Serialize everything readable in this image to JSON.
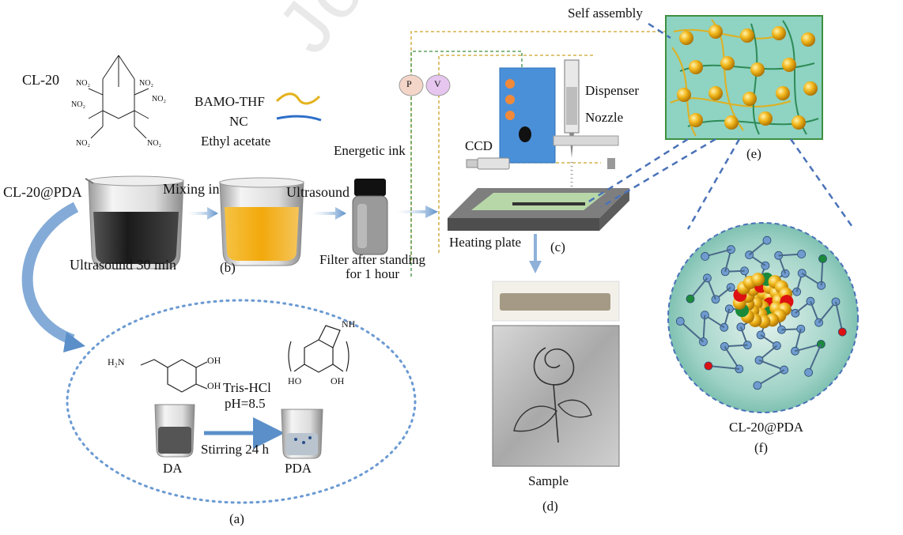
{
  "watermark": "Journal Pre-proof",
  "labels": {
    "cl20": "CL-20",
    "no2": "NO₂",
    "bamo_thf": "BAMO-THF",
    "nc": "NC",
    "ethyl_acetate": "Ethyl acetate",
    "energetic_ink": "Energetic ink",
    "cl20_pda_left": "CL-20@PDA",
    "mixing_in": "Mixing in",
    "ultrasound": "Ultrasound",
    "ultrasound_30": "Ultrasound 30 min",
    "panel_b": "(b)",
    "filter_line1": "Filter after standing",
    "filter_line2": "for 1 hour",
    "p": "P",
    "v": "V",
    "dispenser": "Dispenser",
    "nozzle": "Nozzle",
    "ccd": "CCD",
    "heating_plate": "Heating plate",
    "panel_c": "(c)",
    "self_assembly": "Self assembly",
    "panel_e": "(e)",
    "sample": "Sample",
    "panel_d": "(d)",
    "tris": "Tris-HCl",
    "ph": "pH=8.5",
    "stirring": "Stirring 24 h",
    "da": "DA",
    "pda": "PDA",
    "h2n": "H₂N",
    "oh": "OH",
    "ho": "HO",
    "nh": "NH",
    "panel_a": "(a)",
    "cl20_pda_right": "CL-20@PDA",
    "panel_f": "(f)"
  },
  "colors": {
    "arrow_blue": "#5b8fc9",
    "beaker_liquid_dark": "#2a2a2a",
    "beaker_liquid_yellow": "#f2b21b",
    "machine_blue": "#4a90d9",
    "dot_orange": "#f08a3a",
    "plate_green": "#b7d7a8",
    "panel_teal": "#8fd3c2",
    "sphere_gold": "#f1b51c",
    "dashed_gold": "#c9a227",
    "dashed_green": "#3f8f3f",
    "circle_dotted": "#5b8fc9"
  }
}
